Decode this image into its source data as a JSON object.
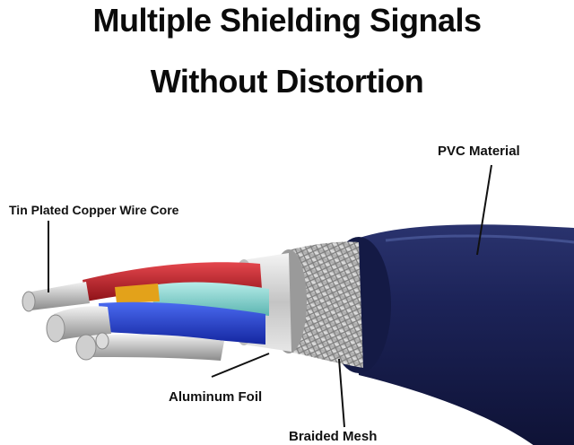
{
  "title": {
    "line1": "Multiple Shielding Signals",
    "line2": "Without Distortion"
  },
  "callouts": {
    "pvc": "PVC Material",
    "core": "Tin Plated Copper Wire Core",
    "foil": "Aluminum Foil",
    "mesh": "Braided Mesh"
  },
  "colors": {
    "jacket": "#1c2358",
    "wire_red": "#c8202a",
    "wire_blue": "#1f3fd0",
    "wire_cyan": "#7fd3cf",
    "wire_yellow": "#e3a21a",
    "foil": "#d6d6d6",
    "braid": "#b8b8b8"
  }
}
